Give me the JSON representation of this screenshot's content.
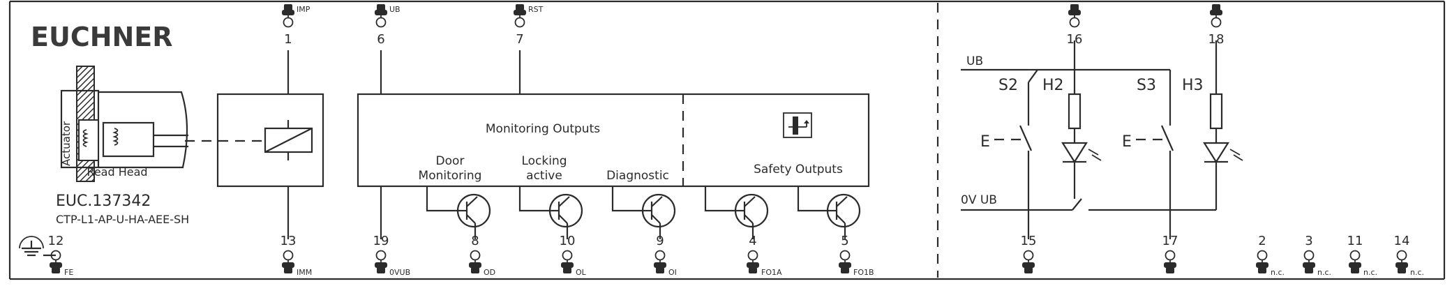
{
  "brand": "EUCHNER",
  "device": {
    "order_no": "EUC.137342",
    "type_code": "CTP-L1-AP-U-HA-AEE-SH",
    "actuator_label": "Actuator",
    "read_head_label": "Read Head"
  },
  "blocks": {
    "monitoring_outputs": "Monitoring Outputs",
    "door_monitoring_line1": "Door",
    "door_monitoring_line2": "Monitoring",
    "locking_active_line1": "Locking",
    "locking_active_line2": "active",
    "diagnostic": "Diagnostic",
    "safety_outputs": "Safety Outputs"
  },
  "top_terminals": [
    {
      "number": "1",
      "label": "IMP"
    },
    {
      "number": "6",
      "label": "UB"
    },
    {
      "number": "7",
      "label": "RST"
    },
    {
      "number": "16",
      "label": ""
    },
    {
      "number": "18",
      "label": ""
    }
  ],
  "bottom_terminals": [
    {
      "number": "12",
      "label": "FE"
    },
    {
      "number": "13",
      "label": "IMM"
    },
    {
      "number": "19",
      "label": "0VUB"
    },
    {
      "number": "8",
      "label": "OD"
    },
    {
      "number": "10",
      "label": "OL"
    },
    {
      "number": "9",
      "label": "OI"
    },
    {
      "number": "4",
      "label": "FO1A"
    },
    {
      "number": "5",
      "label": "FO1B"
    },
    {
      "number": "15",
      "label": ""
    },
    {
      "number": "17",
      "label": ""
    },
    {
      "number": "2",
      "label": "n.c."
    },
    {
      "number": "3",
      "label": "n.c."
    },
    {
      "number": "11",
      "label": "n.c."
    },
    {
      "number": "14",
      "label": "n.c."
    }
  ],
  "switch_panel": {
    "ub_label": "UB",
    "zero_v_label": "0V UB",
    "s2": "S2",
    "h2": "H2",
    "s3": "S3",
    "h3": "H3",
    "e_left": "E",
    "e_right": "E"
  }
}
